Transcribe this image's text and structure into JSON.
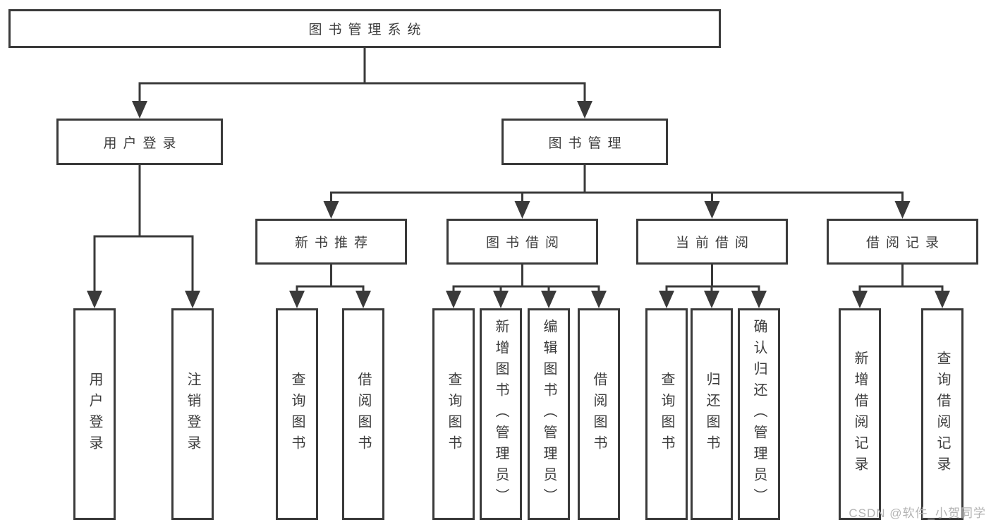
{
  "tree": {
    "root": {
      "label": "图书管理系统"
    },
    "children": [
      {
        "label": "用户登录",
        "children": [
          {
            "label": "用户登录"
          },
          {
            "label": "注销登录"
          }
        ]
      },
      {
        "label": "图书管理",
        "children": [
          {
            "label": "新书推荐",
            "children": [
              {
                "label": "查询图书"
              },
              {
                "label": "借阅图书"
              }
            ]
          },
          {
            "label": "图书借阅",
            "children": [
              {
                "label": "查询图书"
              },
              {
                "label": "新增图书（管理员）"
              },
              {
                "label": "编辑图书（管理员）"
              },
              {
                "label": "借阅图书"
              }
            ]
          },
          {
            "label": "当前借阅",
            "children": [
              {
                "label": "查询图书"
              },
              {
                "label": "归还图书"
              },
              {
                "label": "确认归还（管理员）"
              }
            ]
          },
          {
            "label": "借阅记录",
            "children": [
              {
                "label": "新增借阅记录"
              },
              {
                "label": "查询借阅记录"
              }
            ]
          }
        ]
      }
    ]
  },
  "watermark": "CSDN @软件_小贺同学",
  "colors": {
    "line": "#3a3a3a",
    "text": "#3c3c3c",
    "watermark": "#b3b3b3",
    "box_background": "#ffffff"
  }
}
